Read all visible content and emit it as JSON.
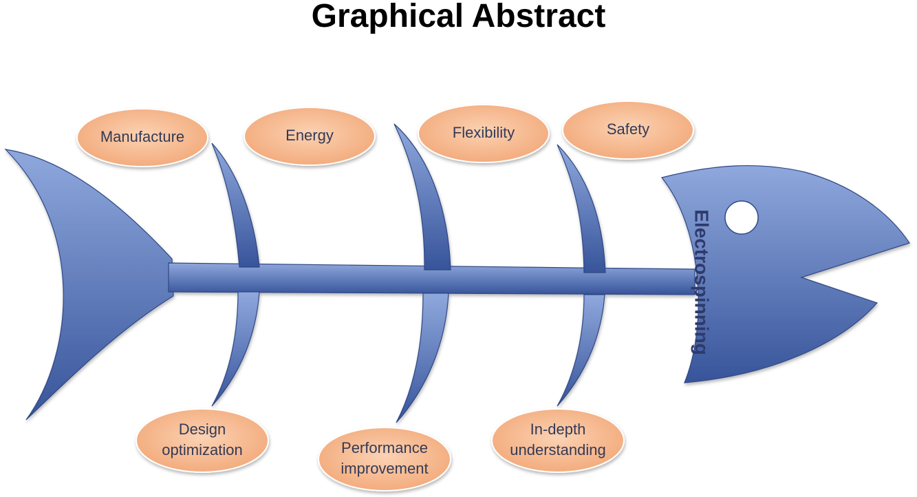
{
  "header": {
    "title": "Graphical Abstract"
  },
  "diagram": {
    "type": "fishbone",
    "effect": "Electrospinning",
    "causes_top": [
      {
        "lines": [
          "Manufacture"
        ]
      },
      {
        "lines": [
          "Energy"
        ]
      },
      {
        "lines": [
          "Flexibility"
        ]
      },
      {
        "lines": [
          "Safety"
        ]
      }
    ],
    "causes_bottom": [
      {
        "lines": [
          "Design",
          "optimization"
        ]
      },
      {
        "lines": [
          "Performance",
          "improvement"
        ]
      },
      {
        "lines": [
          "In-depth",
          "understanding"
        ]
      }
    ],
    "colors": {
      "fish_light": "#8fa8dd",
      "fish_dark": "#37549a",
      "oval_light": "#fbd2b3",
      "oval_dark": "#f2a878",
      "text": "#333a55",
      "title": "#000000"
    }
  }
}
